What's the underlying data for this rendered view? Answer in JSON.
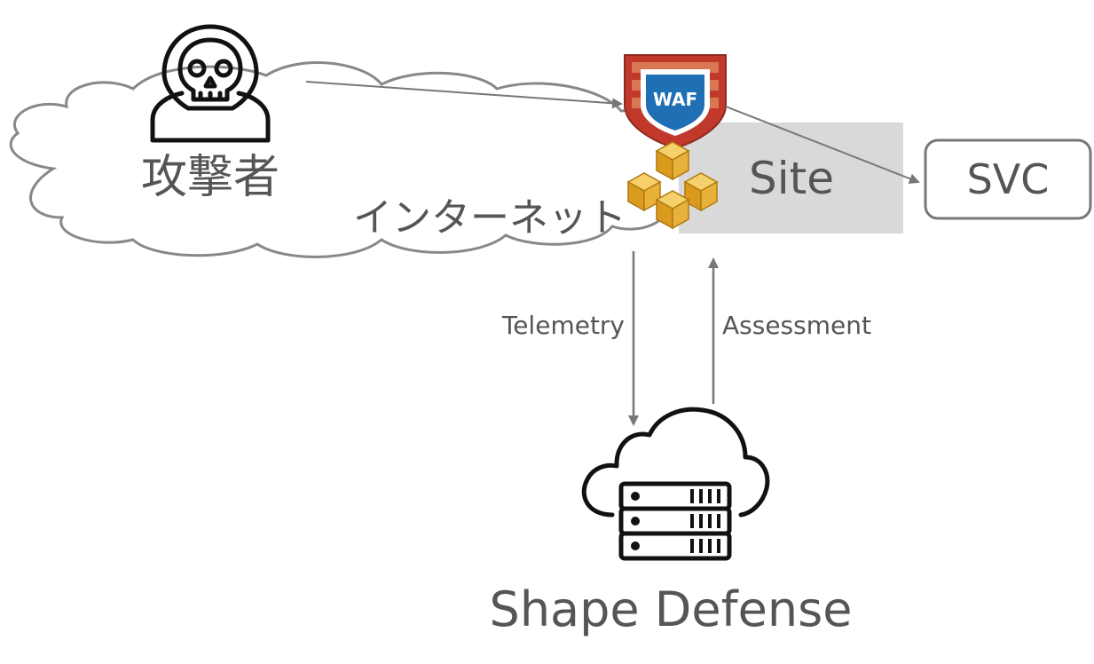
{
  "nodes": {
    "attacker": {
      "label": "攻撃者",
      "icon": "hooded-skull-icon"
    },
    "internet": {
      "label": "インターネット",
      "icon": "cloud-icon"
    },
    "waf": {
      "badge": "WAF",
      "icon": "waf-shield-icon"
    },
    "site": {
      "label": "Site",
      "icon": "gold-cubes-icon"
    },
    "svc": {
      "label": "SVC"
    },
    "shape_defense": {
      "label": "Shape Defense",
      "icon": "cloud-server-icon"
    }
  },
  "edges": {
    "telemetry": {
      "label": "Telemetry",
      "from": "site",
      "to": "shape_defense"
    },
    "assessment": {
      "label": "Assessment",
      "from": "shape_defense",
      "to": "site"
    },
    "attack": {
      "from": "attacker",
      "to": "waf"
    },
    "forward": {
      "from": "waf",
      "to": "svc"
    }
  },
  "colors": {
    "line": "#777777",
    "text": "#555555",
    "site_box": "#d9d9d9",
    "waf_shield": "#1e6fb3",
    "waf_bricks": "#c0392b",
    "cube_gold": "#e8b23a"
  }
}
